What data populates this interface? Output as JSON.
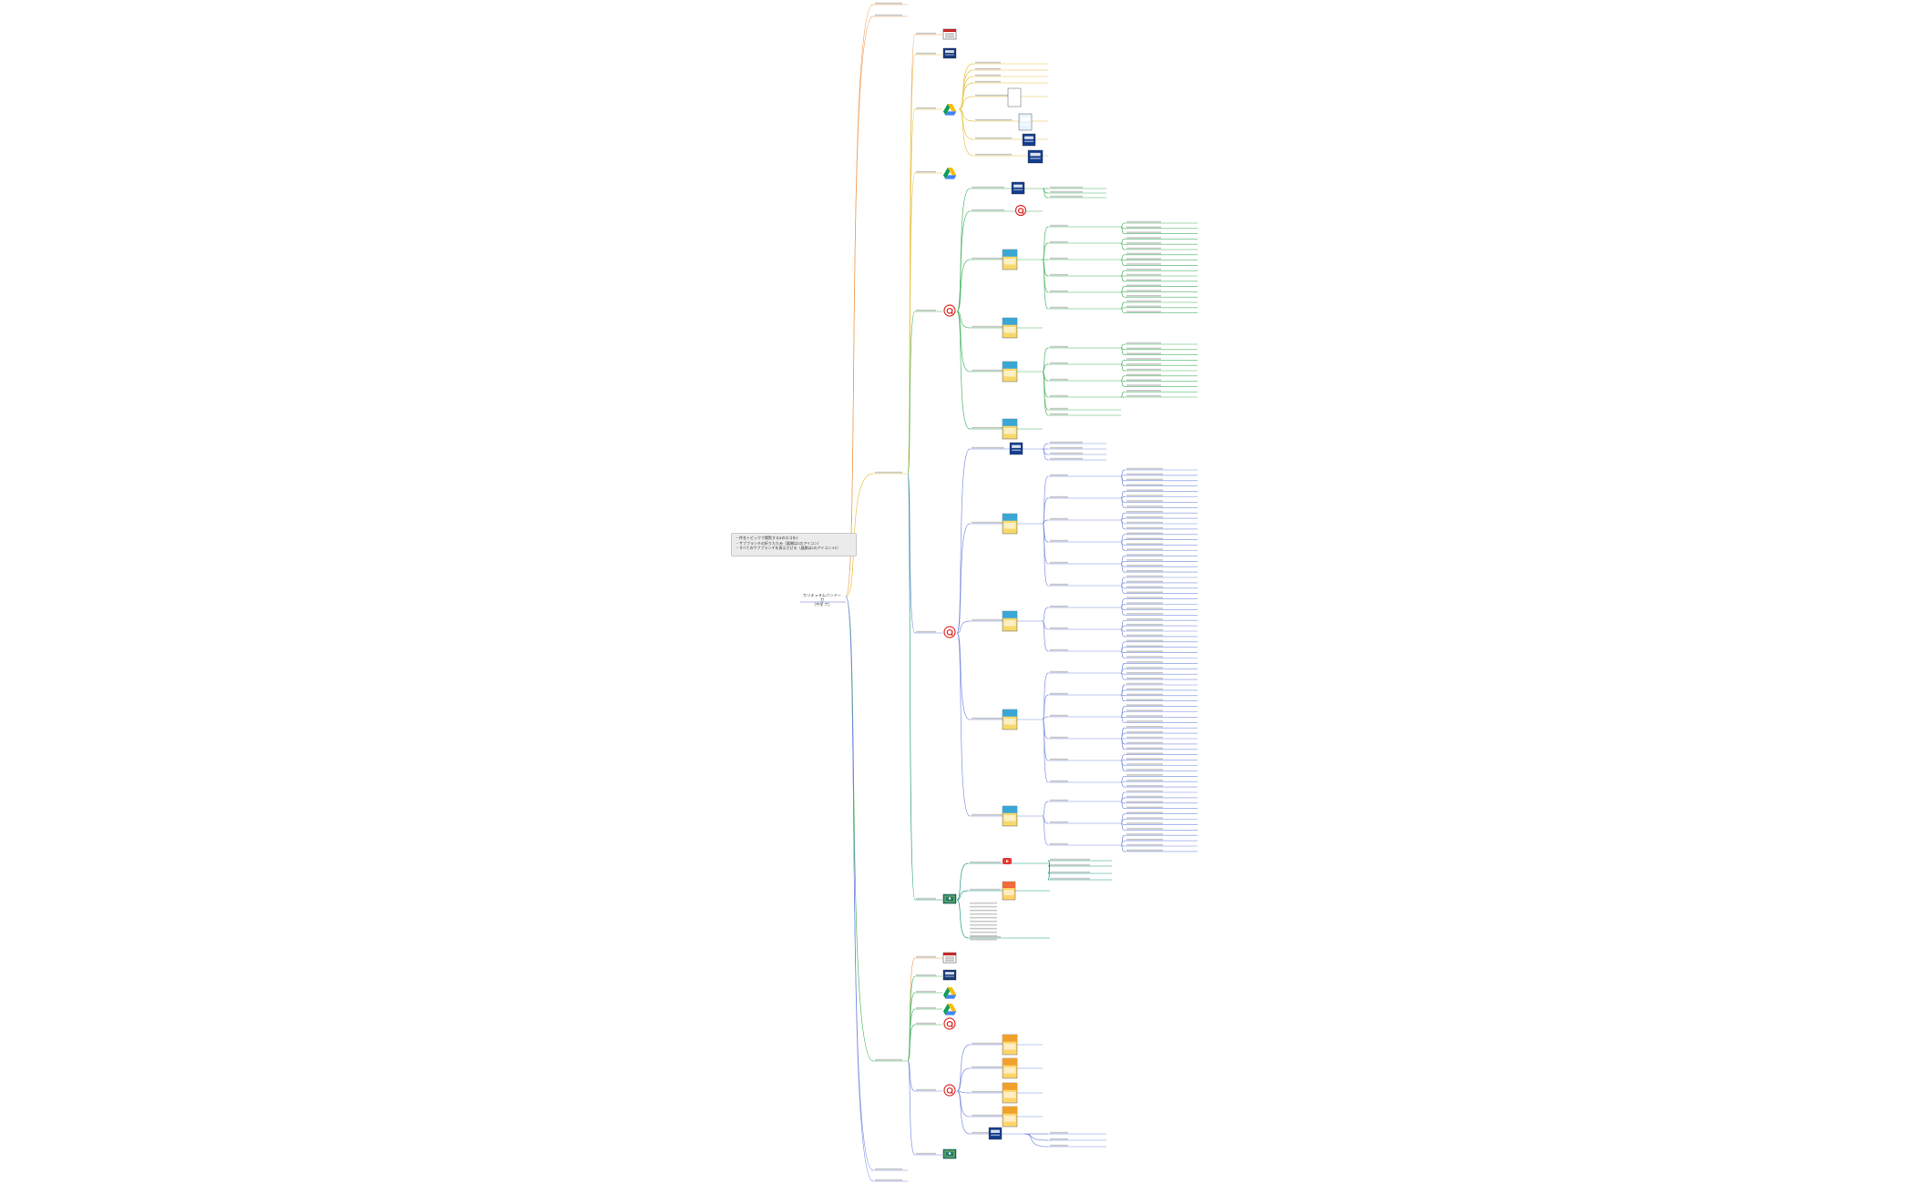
{
  "note": {
    "lines": [
      "・件名トピックで閲覧するaのロゴをc",
      "・サブブランチの折りたたみ（展開はcのアイコン）",
      "・すべてのサブブランチを表示させる（展開はcのアイコン+c）"
    ]
  },
  "root": {
    "title": "カリキュラムバンドーガ",
    "subtitle": "（中学 六）"
  },
  "colors": {
    "orange": "#f0a35e",
    "yellow": "#e8c547",
    "green": "#4bb567",
    "blue": "#7a8fe0",
    "teal": "#1a9a82"
  },
  "icons": [
    "calendar-icon",
    "book-cover-icon",
    "google-drive-icon",
    "a-logo-icon",
    "textbook-cover-icon",
    "youtube-icon",
    "classroom-icon"
  ]
}
